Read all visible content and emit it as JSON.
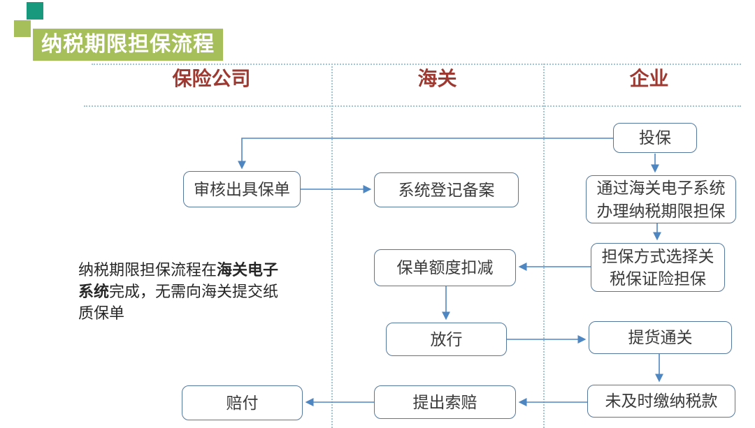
{
  "title": {
    "text": "纳税期限担保流程"
  },
  "columns": [
    {
      "id": "insurance",
      "label": "保险公司"
    },
    {
      "id": "customs",
      "label": "海关"
    },
    {
      "id": "enterprise",
      "label": "企业"
    }
  ],
  "note": {
    "part1": "纳税期限担保流程在",
    "bold": "海关电子系统",
    "part2": "完成，无需向海关提交纸质保单"
  },
  "nodes": {
    "toubao": "投保",
    "dianzi_banli": "通过海关电子系统办理纳税期限担保",
    "danbao_fangshi": "担保方式选择关税保证险担保",
    "tihuo_tongguan": "提货通关",
    "weijishi_jiaona": "未及时缴纳税款",
    "xitong_dengji": "系统登记备案",
    "baodan_koujian": "保单额度扣减",
    "fangxing": "放行",
    "tichu_suopei": "提出索赔",
    "shenhe_chuju": "审核出具保单",
    "peifu": "赔付"
  },
  "edges": [
    {
      "from": "投保",
      "to": "审核出具保单"
    },
    {
      "from": "投保",
      "to": "通过海关电子系统办理纳税期限担保"
    },
    {
      "from": "审核出具保单",
      "to": "系统登记备案"
    },
    {
      "from": "通过海关电子系统办理纳税期限担保",
      "to": "担保方式选择关税保证险担保"
    },
    {
      "from": "担保方式选择关税保证险担保",
      "to": "保单额度扣减"
    },
    {
      "from": "保单额度扣减",
      "to": "放行"
    },
    {
      "from": "放行",
      "to": "提货通关"
    },
    {
      "from": "提货通关",
      "to": "未及时缴纳税款"
    },
    {
      "from": "未及时缴纳税款",
      "to": "提出索赔"
    },
    {
      "from": "提出索赔",
      "to": "赔付"
    }
  ],
  "colors": {
    "banner_green": "#A6BF5B",
    "square_teal": "#18997E",
    "header_red": "#9E3931",
    "node_border_blue": "#54789D",
    "arrow_blue": "#4E86C2",
    "divider_dotted_blue": "#9EC4D8"
  }
}
